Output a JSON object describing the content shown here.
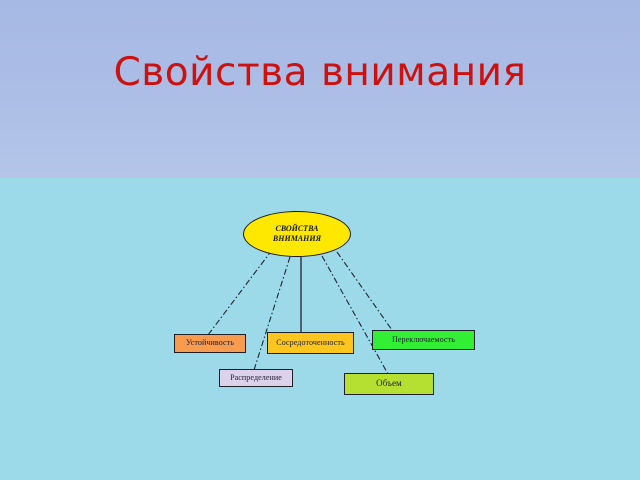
{
  "slide": {
    "title": "Свойства внимания",
    "title_color": "#cc1111",
    "banner_color": "#abbde5",
    "stage_color": "#9cdaea"
  },
  "diagram": {
    "type": "mind-map",
    "center": {
      "label_line1": "СВОЙСТВА",
      "label_line2": "ВНИМАНИЯ",
      "shape": "ellipse",
      "fill": "#ffe800"
    },
    "nodes": [
      {
        "id": "ustoichivost",
        "label": "Устойчивость",
        "fill": "#f79b4e"
      },
      {
        "id": "sosredotochenn",
        "label": "Сосредоточенность",
        "fill": "#fcc61e"
      },
      {
        "id": "pereklyuchaem",
        "label": "Переключаемость",
        "fill": "#33ef33"
      },
      {
        "id": "raspredelenie",
        "label": "Распределение",
        "fill": "#ddd2ec"
      },
      {
        "id": "obem",
        "label": "Объем",
        "fill": "#b5e032"
      }
    ],
    "connector_style": "dash-dot",
    "connector_color": "#23232d"
  }
}
